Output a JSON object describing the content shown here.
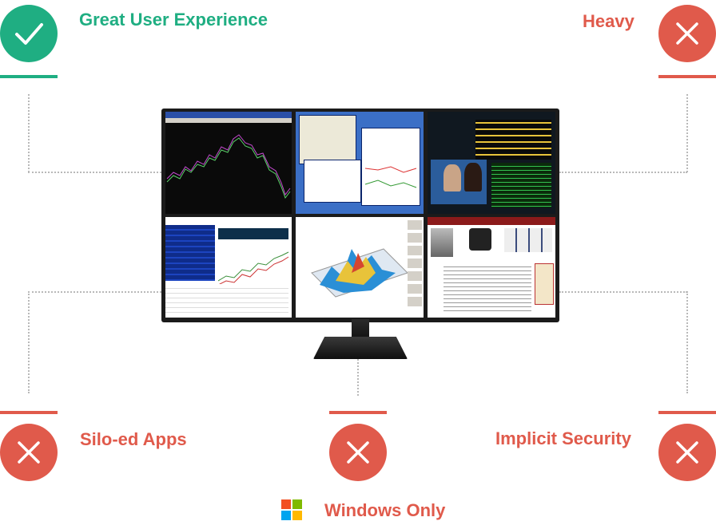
{
  "features": {
    "great_ux": {
      "title": "Great User Experience",
      "icon": "check-icon"
    },
    "heavy": {
      "title": "Heavy",
      "icon": "close-icon"
    },
    "siloed": {
      "title": "Silo-ed Apps",
      "icon": "close-icon"
    },
    "center": {
      "icon": "close-icon"
    },
    "security": {
      "title": "Implicit Security",
      "icon": "close-icon"
    },
    "windows": {
      "title": "Windows Only",
      "icon": "windows-logo-icon"
    }
  },
  "colors": {
    "positive": "#1fae82",
    "negative": "#e05a4b",
    "connector": "#b9b9b9"
  },
  "monitor": {
    "screens": [
      "stock-chart",
      "data-windows",
      "trading-desk",
      "market-grid",
      "3d-surface-plot",
      "website"
    ]
  }
}
